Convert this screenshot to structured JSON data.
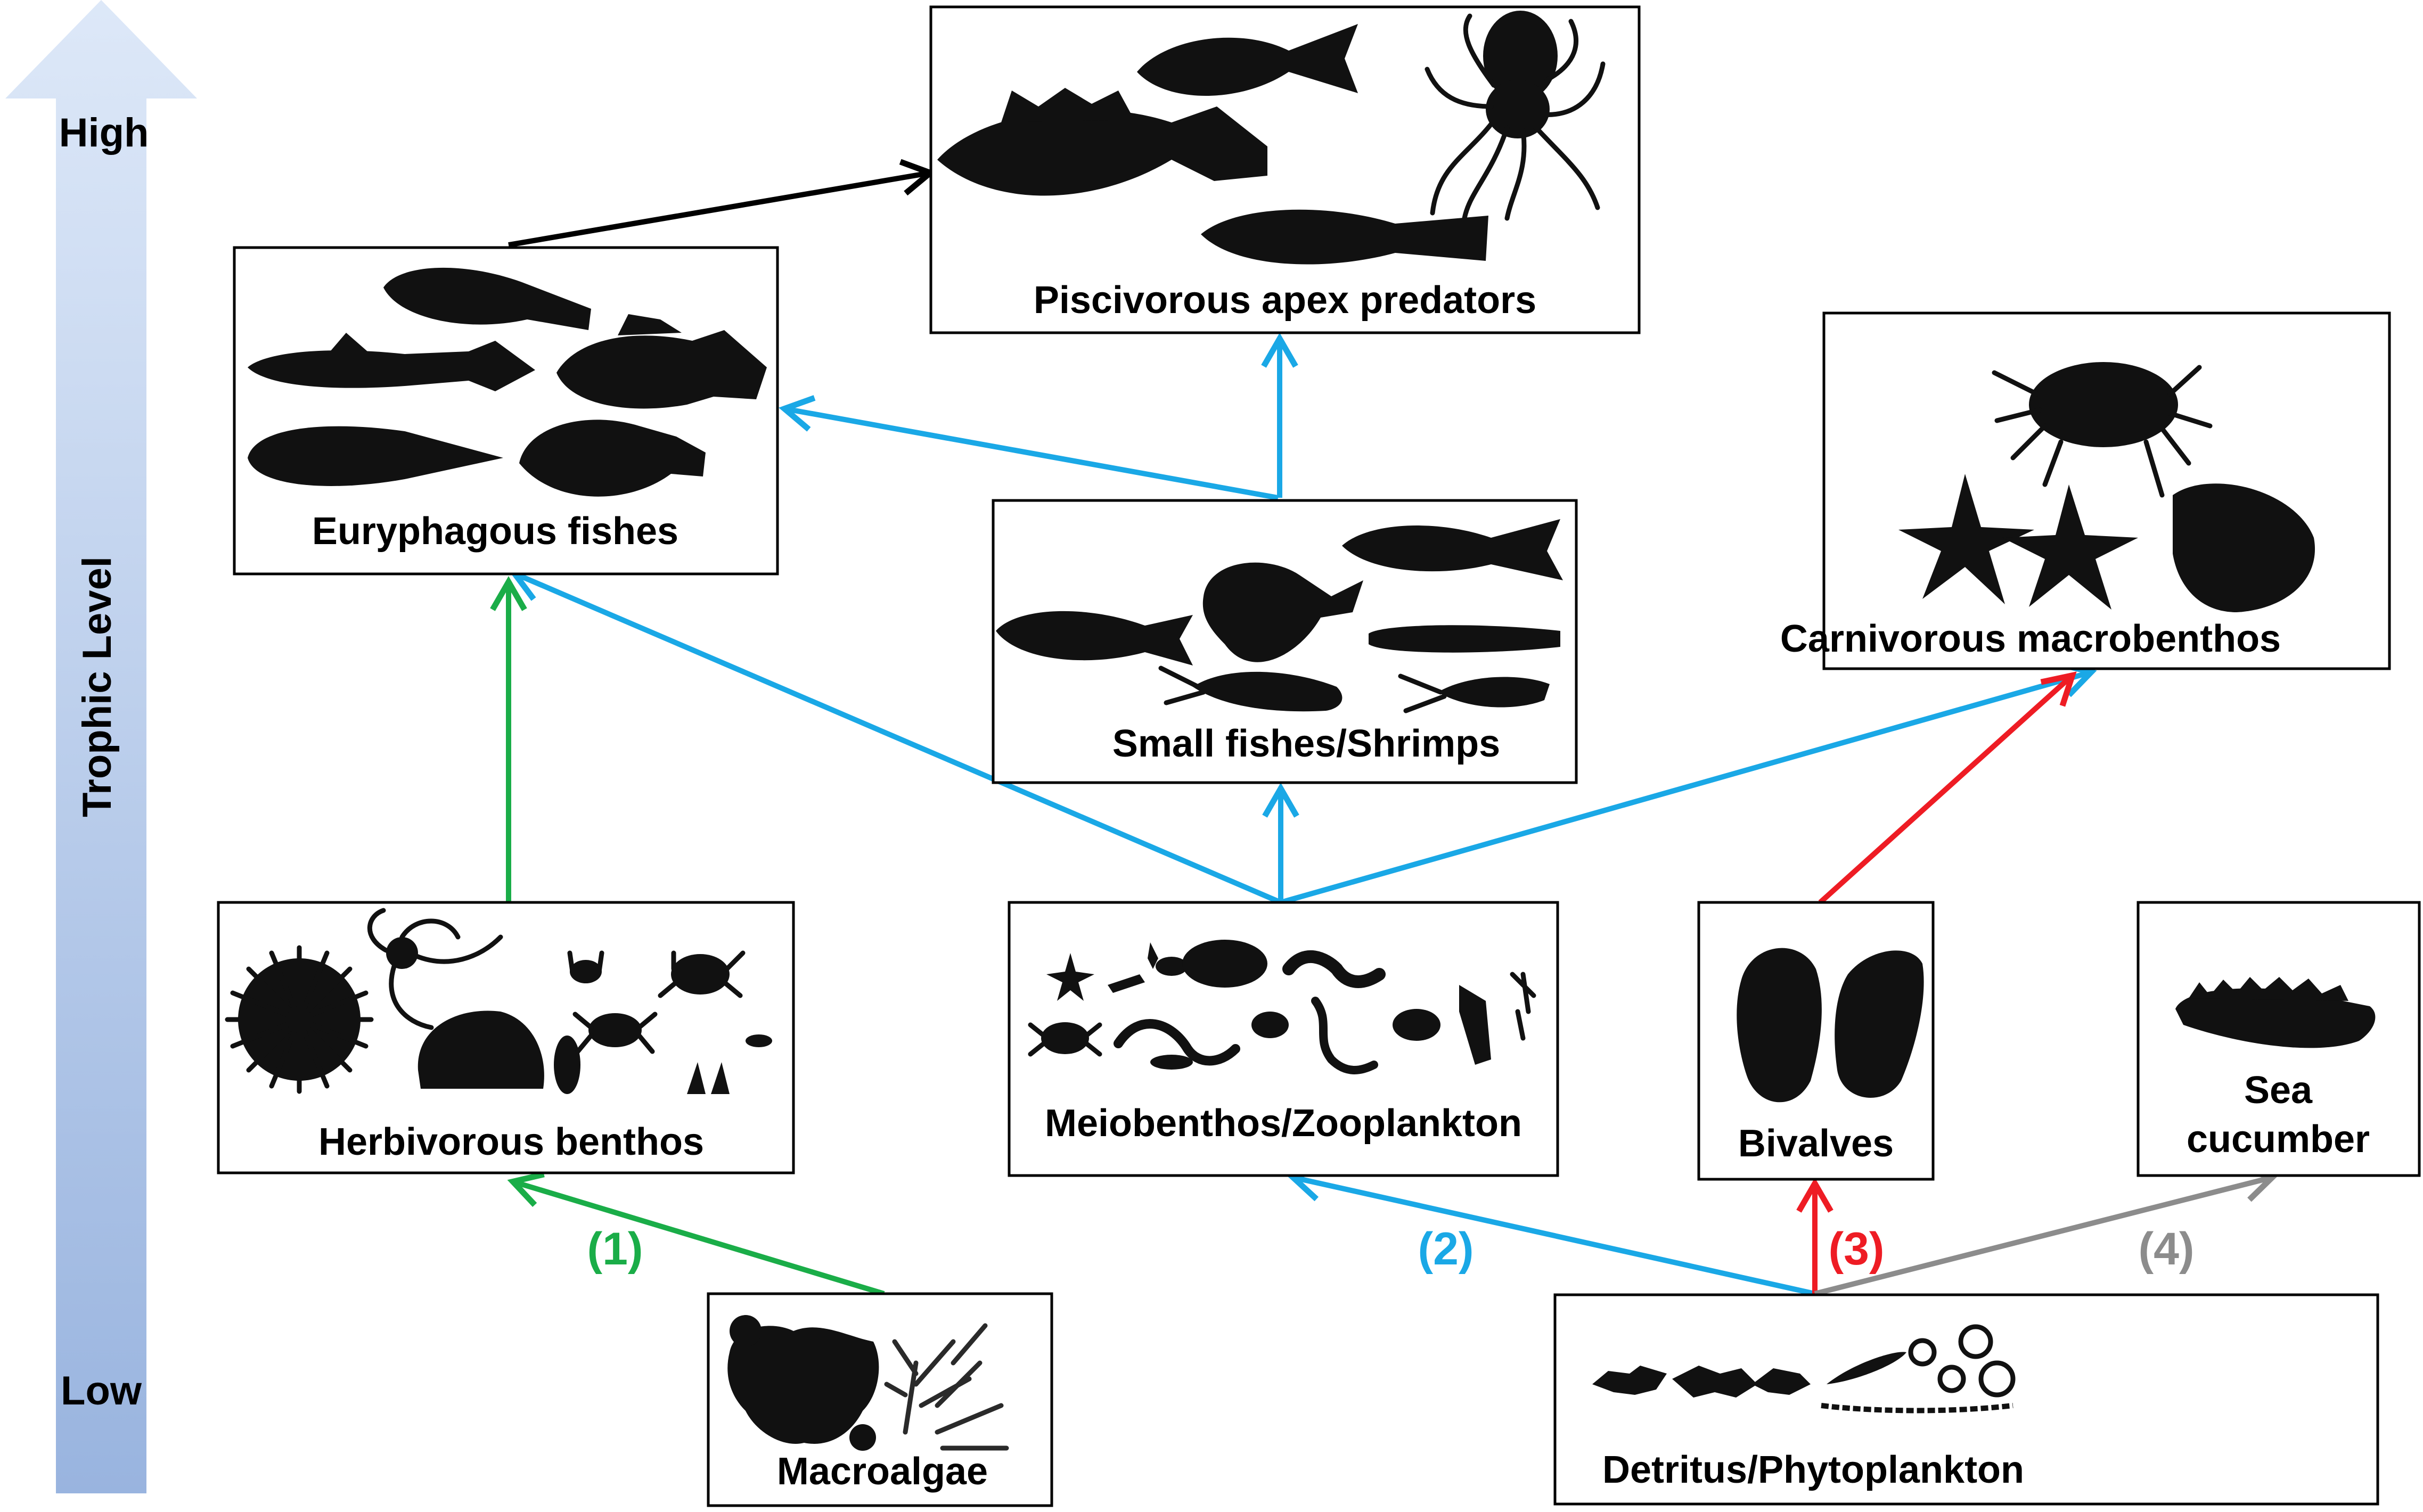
{
  "axis": {
    "title": "Trophic Level",
    "high": "High",
    "low": "Low"
  },
  "nodes": {
    "apex": "Piscivorous apex predators",
    "eury": "Euryphagous fishes",
    "small": "Small fishes/Shrimps",
    "carniv": "Carnivorous macrobenthos",
    "herb": "Herbivorous benthos",
    "meio": "Meiobenthos/Zooplankton",
    "bivalves": "Bivalves",
    "cucumber_line1": "Sea",
    "cucumber_line2": "cucumber",
    "macroalgae": "Macroalgae",
    "detritus": "Detritus/Phytoplankton"
  },
  "pathways": {
    "p1": "(1)",
    "p2": "(2)",
    "p3": "(3)",
    "p4": "(4)"
  },
  "colors": {
    "green": "#1aad48",
    "blue": "#1aa8e6",
    "red": "#ee1c24",
    "gray": "#8c8c8c",
    "black": "#000000",
    "axis_top": "#dbe6f7",
    "axis_bottom": "#9db7e1"
  }
}
